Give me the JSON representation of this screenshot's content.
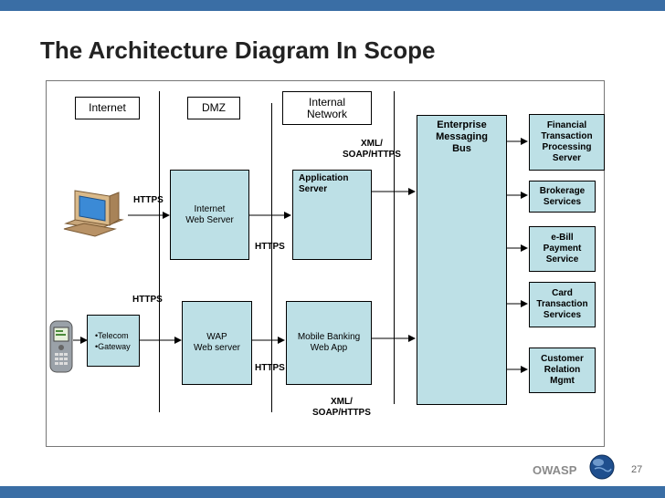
{
  "title": "The Architecture Diagram In Scope",
  "zones": {
    "internet": "Internet",
    "dmz": "DMZ",
    "internal_line1": "Internal",
    "internal_line2": "Network"
  },
  "boxes": {
    "internet_web_server": [
      "Internet",
      "Web Server"
    ],
    "application_server": [
      "Application",
      "Server"
    ],
    "wap_web_server": [
      "WAP",
      "Web server"
    ],
    "telecom_gateway": [
      "•Telecom",
      "•Gateway"
    ],
    "mobile_banking": [
      "Mobile Banking",
      "Web App"
    ],
    "enterprise_bus": [
      "Enterprise",
      "Messaging",
      "Bus"
    ],
    "financial": [
      "Financial",
      "Transaction",
      "Processing",
      "Server"
    ],
    "brokerage": [
      "Brokerage",
      "Services"
    ],
    "ebill": [
      "e-Bill",
      "Payment",
      "Service"
    ],
    "card": [
      "Card",
      "Transaction",
      "Services"
    ],
    "crm": [
      "Customer",
      "Relation",
      "Mgmt"
    ]
  },
  "labels": {
    "https_pc": "HTTPS",
    "https_mobile": "HTTPS",
    "https_mid_upper": "HTTPS",
    "https_mid_lower": "HTTPS",
    "xml_top_line1": "XML/",
    "xml_top_line2": "SOAP/HTTPS",
    "xml_bottom_line1": "XML/",
    "xml_bottom_line2": "SOAP/HTTPS"
  },
  "footer": {
    "brand": "OWASP",
    "page_number": "27"
  },
  "colors": {
    "header_bar": "#3a6ea5",
    "box_fill": "#bde0e6"
  },
  "icons": [
    "desktop-computer-icon",
    "mobile-phone-icon",
    "owasp-globe-icon"
  ]
}
